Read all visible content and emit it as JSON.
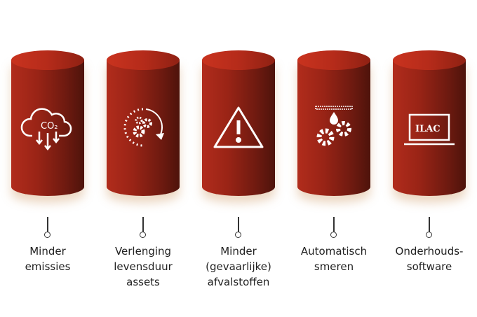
{
  "pillars": [
    {
      "label": "Minder\nemissies",
      "icon": "co2-cloud-icon",
      "co2": "CO₂"
    },
    {
      "label": "Verlenging\nlevensduur\nassets",
      "icon": "gears-cycle-icon"
    },
    {
      "label": "Minder\n(gevaarlijke)\nafvalstoffen",
      "icon": "warning-icon"
    },
    {
      "label": "Automatisch\nsmeren",
      "icon": "lubrication-gears-icon"
    },
    {
      "label": "Onderhouds-\nsoftware",
      "icon": "laptop-icon",
      "screen_text": "ILAC"
    }
  ],
  "colors": {
    "cylinder": "#9a2416",
    "text": "#222222"
  }
}
